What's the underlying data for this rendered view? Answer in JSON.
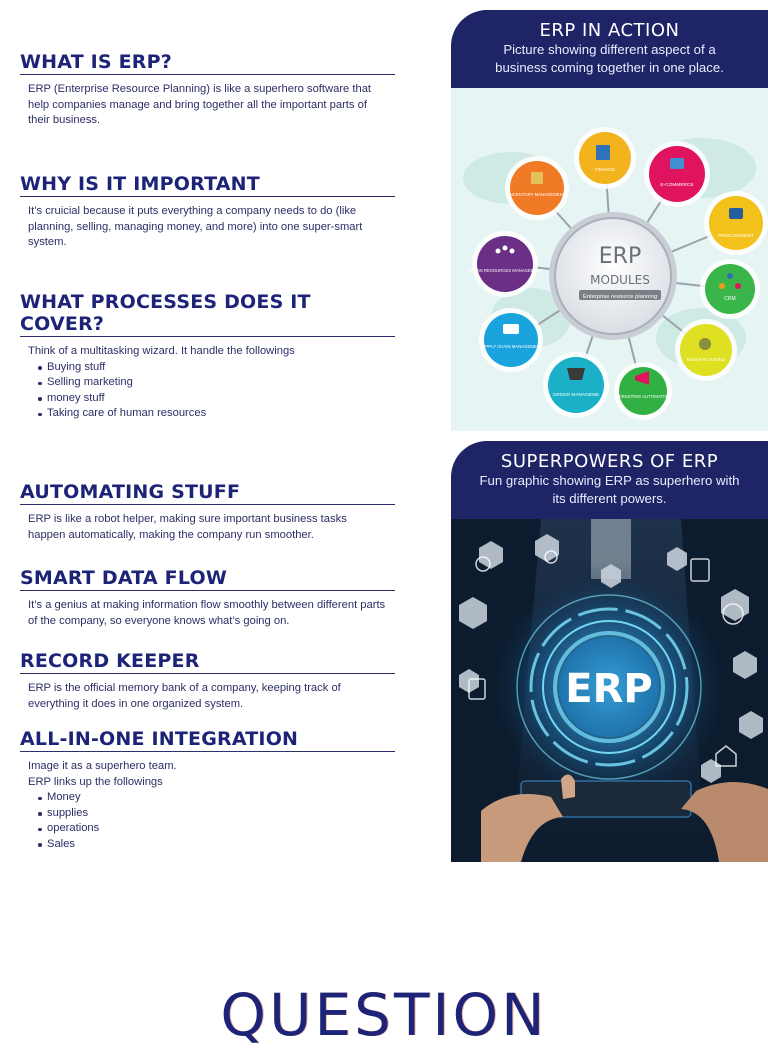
{
  "sections": [
    {
      "title": "WHAT IS ERP?",
      "body": "ERP (Enterprise Resource Planning) is like a superhero software that help companies manage and bring together all the important parts of their business."
    },
    {
      "title": "WHY IS IT IMPORTANT",
      "body": "It’s cruicial because it puts everything a company needs to do (like planning, selling, managing money, and more) into one super-smart system."
    },
    {
      "title": "WHAT PROCESSES DOES IT COVER?",
      "body": "Think of a multitasking wizard. It handle the followings",
      "items": [
        "Buying stuff",
        "Selling marketing",
        "money stuff",
        "Taking care of human resources"
      ]
    },
    {
      "title": "AUTOMATING STUFF",
      "body": "ERP is like a robot helper, making sure important business tasks happen automatically, making the company run smoother."
    },
    {
      "title": "SMART DATA FLOW",
      "body": "It’s a genius at making information flow smoothly between different parts of the company, so everyone knows what’s going on."
    },
    {
      "title": "RECORD KEEPER",
      "body": "ERP is the official memory bank of a company, keeping track of everything it does in one organized system."
    },
    {
      "title": "ALL-IN-ONE INTEGRATION",
      "body_lines": [
        "Image it as a superhero team.",
        "ERP links up the followings"
      ],
      "items": [
        "Money",
        "supplies",
        "operations",
        "Sales"
      ]
    }
  ],
  "cards": [
    {
      "title": "ERP IN ACTION",
      "caption": "Picture showing different aspect of a business coming together in one place.",
      "image": {
        "hub_title": "ERP",
        "hub_subtitle": "MODULES",
        "hub_banner": "Enterprise resource planning",
        "modules": [
          {
            "label": "FINANCE",
            "color": "#f2b31c",
            "icon": "finance-icon"
          },
          {
            "label": "E-COMMERCE",
            "color": "#e0145e",
            "icon": "ecommerce-icon"
          },
          {
            "label": "PROCUREMENT",
            "color": "#f2c21a",
            "icon": "procurement-icon"
          },
          {
            "label": "CRM",
            "color": "#39b54a",
            "icon": "crm-icon"
          },
          {
            "label": "MANUFACTURING",
            "color": "#dfe021",
            "icon": "manufacturing-icon"
          },
          {
            "label": "MARKETING AUTOMATION",
            "color": "#31b043",
            "icon": "marketing-icon"
          },
          {
            "label": "ORDER MANAGEME",
            "color": "#1ab0c8",
            "icon": "order-icon"
          },
          {
            "label": "SUPPLY CHAIN MANAGEMENT",
            "color": "#1aa3dc",
            "icon": "supply-chain-icon"
          },
          {
            "label": "HUMAN RESOURCES MANAGEMENT",
            "color": "#6b2f86",
            "icon": "hr-icon"
          },
          {
            "label": "INVENTORY MANAGEMENT",
            "color": "#f07a25",
            "icon": "inventory-icon"
          }
        ]
      }
    },
    {
      "title": "SUPERPOWERS OF ERP",
      "caption": "Fun graphic showing ERP as superhero with its different powers.",
      "image": {
        "center_text": "ERP"
      }
    }
  ],
  "footer": {
    "heading": "QUESTION"
  }
}
